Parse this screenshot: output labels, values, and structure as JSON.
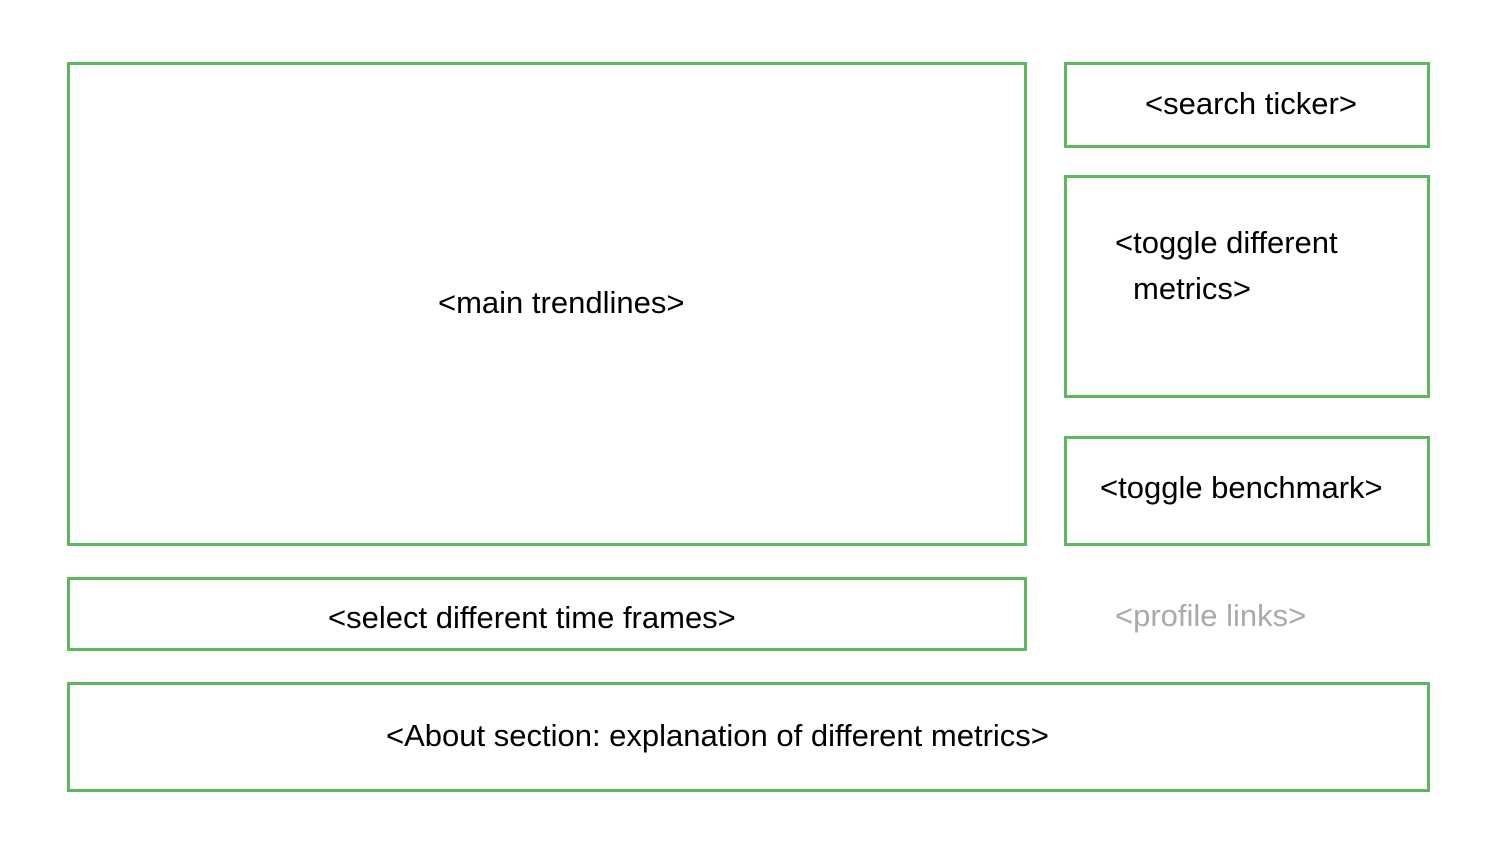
{
  "colors": {
    "box_border": "#5cb85c",
    "text": "#000000",
    "muted_text": "#aaaaaa"
  },
  "main": {
    "trendlines_label": "<main trendlines>",
    "time_frames_label": "<select different time frames>"
  },
  "sidebar": {
    "search_ticker_label": "<search ticker>",
    "toggle_metrics_line1": "<toggle different",
    "toggle_metrics_line2": "metrics>",
    "toggle_benchmark_label": "<toggle benchmark>",
    "profile_links_label": "<profile links>"
  },
  "footer": {
    "about_label": "<About section: explanation of different metrics>"
  }
}
